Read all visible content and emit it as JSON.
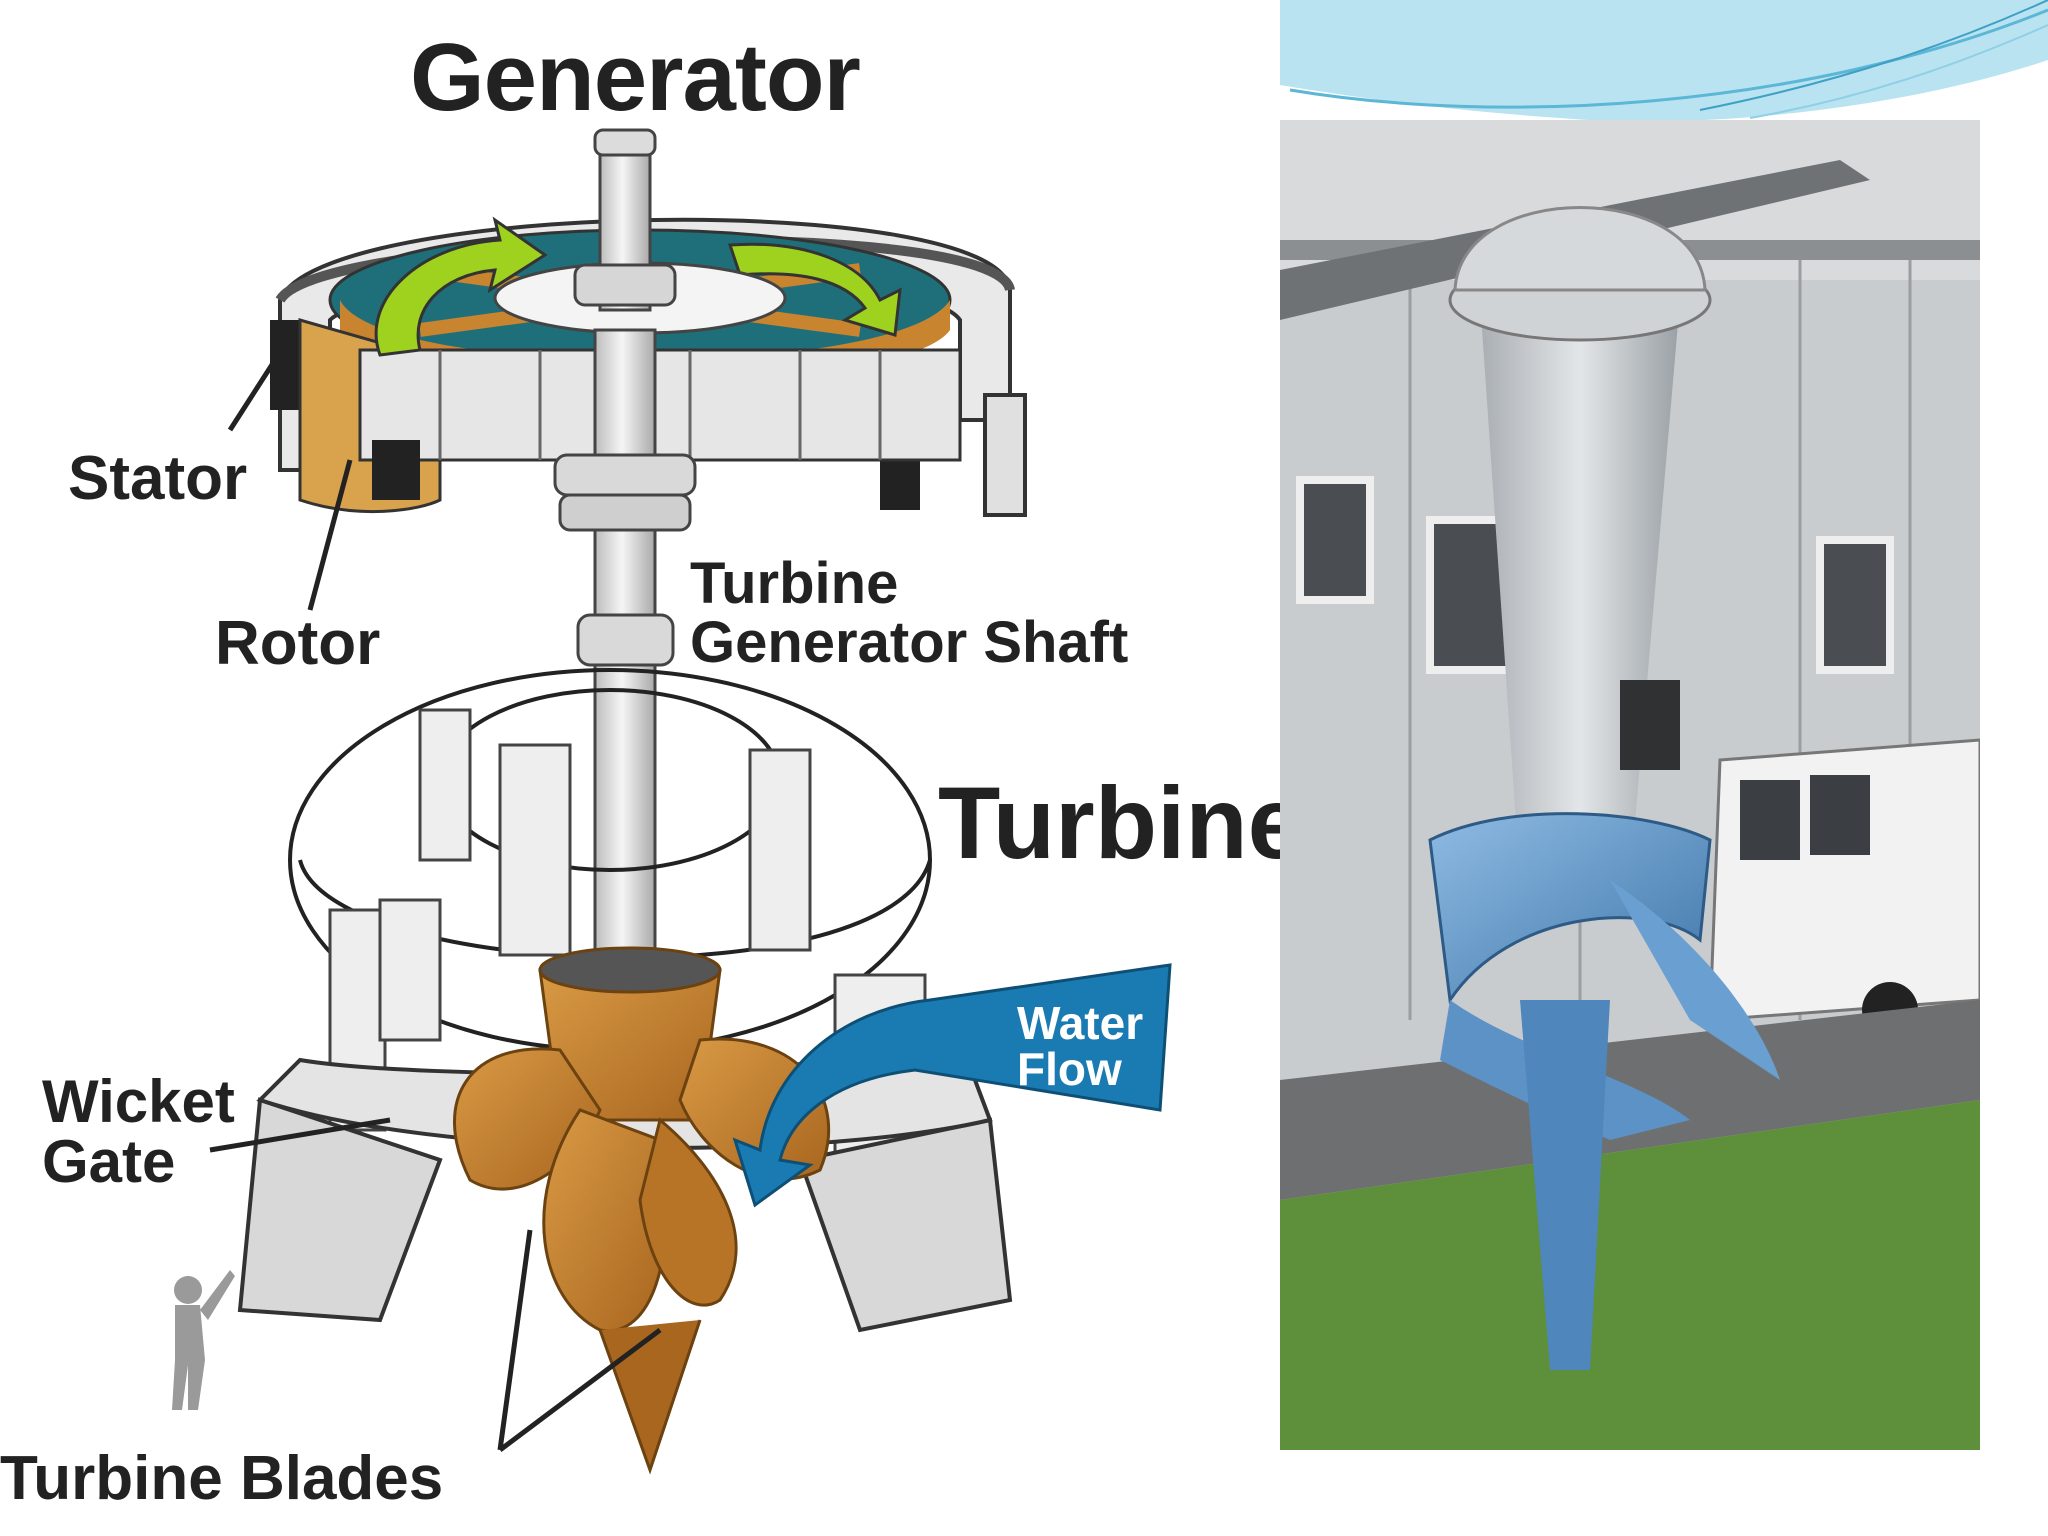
{
  "diagram": {
    "title": "Generator",
    "labels": {
      "stator": "Stator",
      "rotor": "Rotor",
      "shaft_line1": "Turbine",
      "shaft_line2": "Generator Shaft",
      "turbine": "Turbine",
      "wicket_line1": "Wicket",
      "wicket_line2": "Gate",
      "blades": "Turbine Blades",
      "water_line1": "Water",
      "water_line2": "Flow"
    }
  },
  "colors": {
    "blade_orange": "#c8842f",
    "rotor_teal": "#1f6f7a",
    "arrow_green": "#9fd11f",
    "water_blue": "#1a7bb3",
    "photo_turbine_blue": "#6fa5d8",
    "slide_accent": "#8fd0e6"
  },
  "photo": {
    "subject": "kaplan-turbine-runner-photo"
  }
}
